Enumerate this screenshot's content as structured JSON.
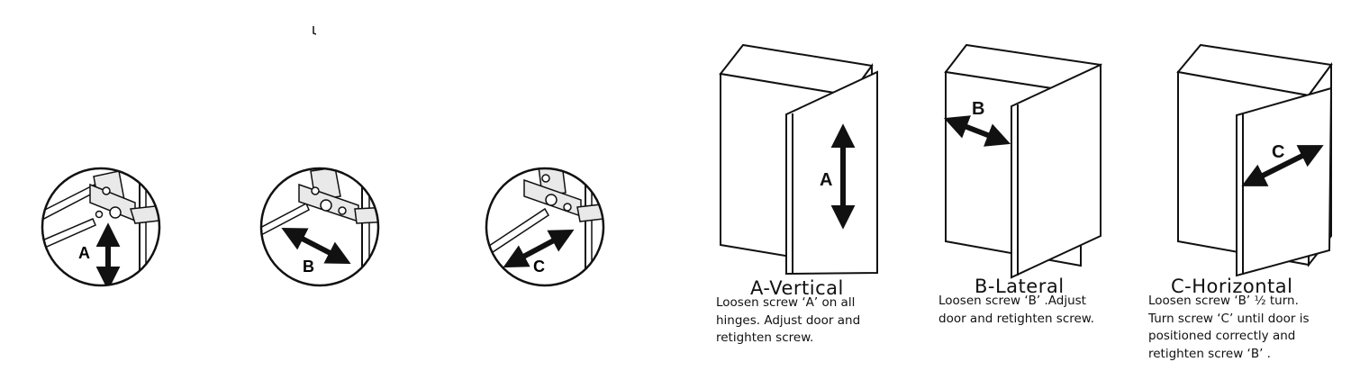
{
  "hinge_details": [
    {
      "letter": "A",
      "adjustment": "vertical"
    },
    {
      "letter": "B",
      "adjustment": "lateral"
    },
    {
      "letter": "C",
      "adjustment": "horizontal"
    }
  ],
  "panels": [
    {
      "letter": "A",
      "title": "A-Vertical",
      "instructions": "Loosen screw ‘A’ on all\nhinges. Adjust door and\nretighten screw."
    },
    {
      "letter": "B",
      "title": "B-Lateral",
      "instructions": "Loosen screw ‘B’ .Adjust\ndoor and retighten screw."
    },
    {
      "letter": "C",
      "title": "C-Horizontal",
      "instructions": "Loosen screw ‘B’ ½ turn.\nTurn screw ‘C’ until door is\npositioned correctly and\nretighten screw ‘B’ ."
    }
  ],
  "colors": {
    "ink": "#111111",
    "paper": "#ffffff",
    "hinge_fill": "#e9e9e9"
  }
}
